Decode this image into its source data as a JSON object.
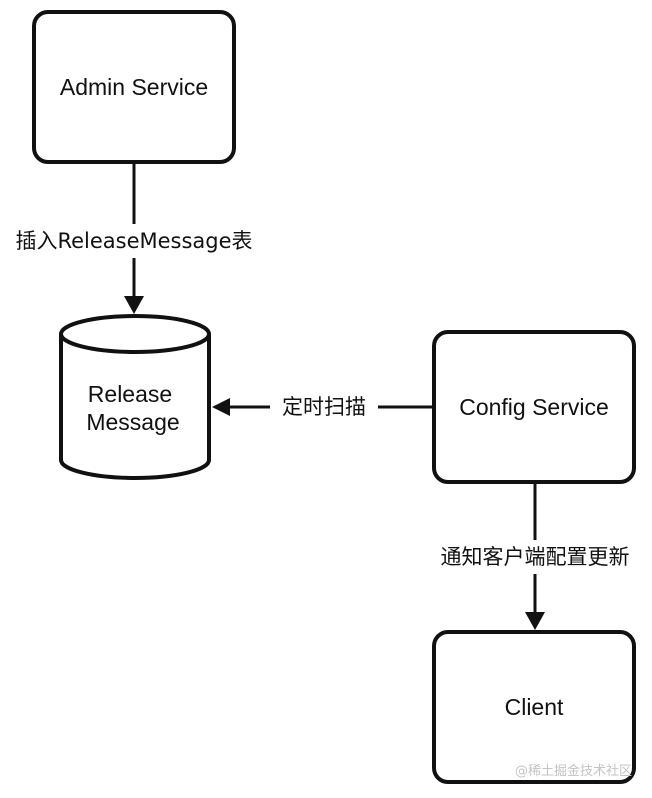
{
  "nodes": {
    "admin_service": "Admin Service",
    "release_message_line1": "Release",
    "release_message_line2": "Message",
    "config_service": "Config Service",
    "client": "Client"
  },
  "edges": {
    "admin_to_release": "插入ReleaseMessage表",
    "config_to_release": "定时扫描",
    "config_to_client": "通知客户端配置更新"
  },
  "watermark": "@稀土掘金技术社区",
  "colors": {
    "stroke": "#111111",
    "background": "#ffffff",
    "watermark": "#c4c4c4"
  }
}
